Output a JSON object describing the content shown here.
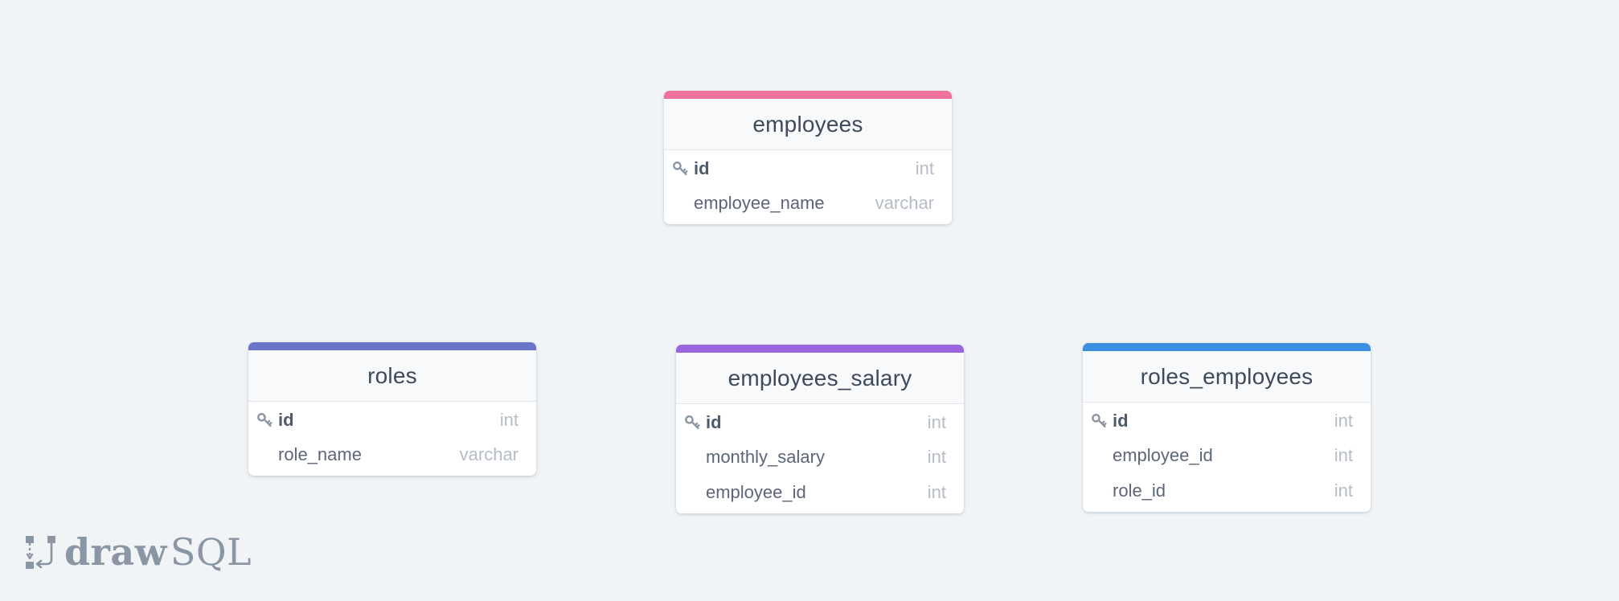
{
  "colors": {
    "background": "#f0f4f7",
    "employees_accent": "#f0719b",
    "roles_accent": "#6b74c9",
    "employees_salary_accent": "#9b65e0",
    "roles_employees_accent": "#3b8fe0"
  },
  "tables": {
    "employees": {
      "name": "employees",
      "accent": "#f0719b",
      "columns": [
        {
          "name": "id",
          "type": "int",
          "primary_key": true,
          "icon": "key-icon"
        },
        {
          "name": "employee_name",
          "type": "varchar",
          "primary_key": false
        }
      ]
    },
    "roles": {
      "name": "roles",
      "accent": "#6b74c9",
      "columns": [
        {
          "name": "id",
          "type": "int",
          "primary_key": true,
          "icon": "key-icon"
        },
        {
          "name": "role_name",
          "type": "varchar",
          "primary_key": false
        }
      ]
    },
    "employees_salary": {
      "name": "employees_salary",
      "accent": "#9b65e0",
      "columns": [
        {
          "name": "id",
          "type": "int",
          "primary_key": true,
          "icon": "key-icon"
        },
        {
          "name": "monthly_salary",
          "type": "int",
          "primary_key": false
        },
        {
          "name": "employee_id",
          "type": "int",
          "primary_key": false
        }
      ]
    },
    "roles_employees": {
      "name": "roles_employees",
      "accent": "#3b8fe0",
      "columns": [
        {
          "name": "id",
          "type": "int",
          "primary_key": true,
          "icon": "key-icon"
        },
        {
          "name": "employee_id",
          "type": "int",
          "primary_key": false
        },
        {
          "name": "role_id",
          "type": "int",
          "primary_key": false
        }
      ]
    }
  },
  "logo": {
    "draw": "draw",
    "sql": "SQL",
    "icon": "drawsql-logo-icon"
  }
}
